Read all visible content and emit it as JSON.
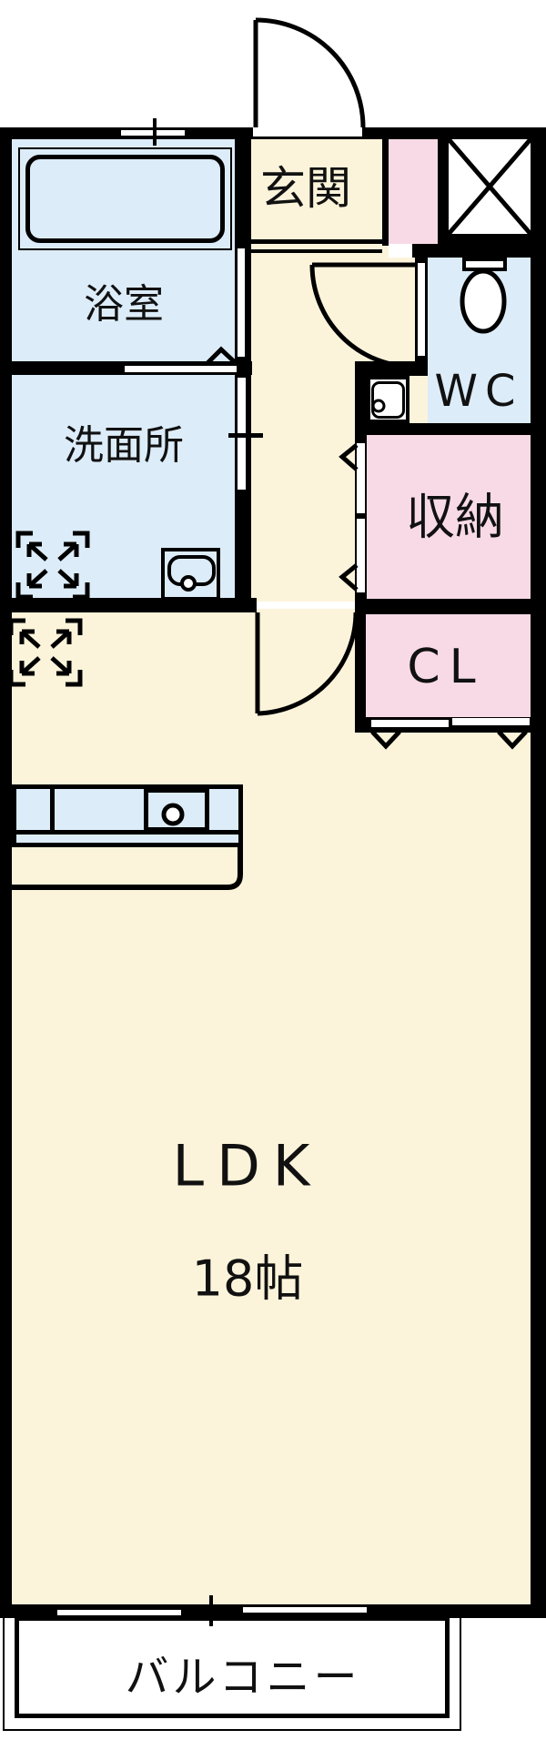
{
  "floorplan": {
    "rooms": {
      "genkan": {
        "label": "玄関"
      },
      "bathroom": {
        "label": "浴室"
      },
      "washroom": {
        "label": "洗面所"
      },
      "toilet": {
        "label": "WC"
      },
      "storage": {
        "label": "収納"
      },
      "closet": {
        "label": "CL"
      },
      "living": {
        "label": "LDK",
        "size": "18帖"
      },
      "balcony": {
        "label": "バルコニー"
      }
    },
    "colors": {
      "floor": "#FCF4DA",
      "wet_area": "#DCECF9",
      "storage_area": "#F8DAE6",
      "wall": "#000000"
    }
  }
}
